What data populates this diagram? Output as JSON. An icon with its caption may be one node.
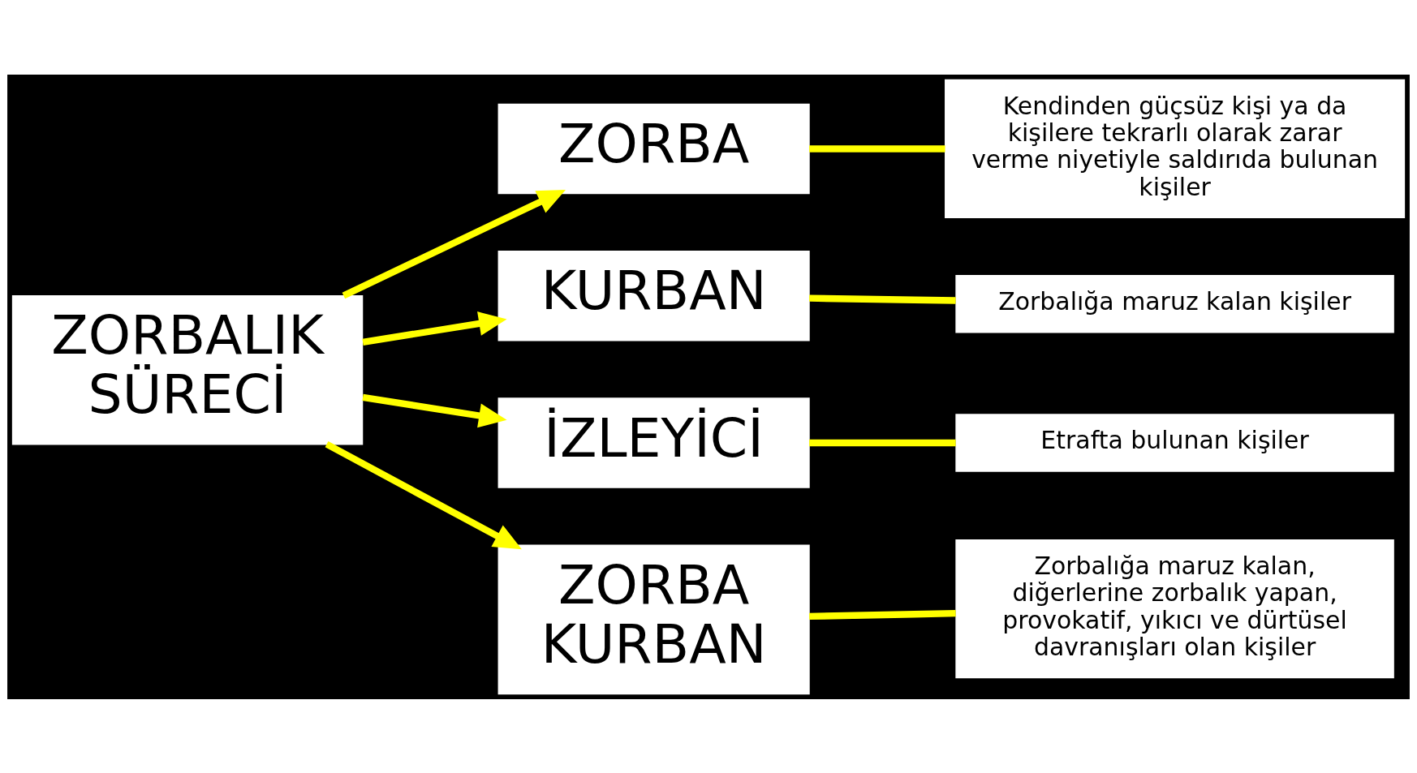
{
  "diagram": {
    "nodes": [
      {
        "text": [
          "ZORBALIK SÜRECİ"
        ]
      },
      {
        "text": [
          "ZORBA"
        ]
      },
      {
        "text": [
          "KURBAN"
        ]
      },
      {
        "text": [
          "İZLEYİCİ"
        ]
      },
      {
        "text": [
          "ZORBA KURBAN"
        ]
      },
      {
        "text": [
          "Kendinden güçsüz kişi ya da kişilere tekrarlı olarak zarar verme niyetiyle saldırıda bulunan kişiler"
        ]
      },
      {
        "text": [
          "Zorbalığa maruz kalan kişiler"
        ]
      },
      {
        "text": [
          "Etrafta bulunan kişiler"
        ]
      },
      {
        "text": [
          "Zorbalığa maruz kalan, diğerlerine zorbalık yapan, provokatif, yıkıcı ve dürtüsel davranışları olan kişiler"
        ]
      }
    ],
    "edges": [
      {
        "from": 0,
        "to": 1,
        "arrow": "to"
      },
      {
        "from": 0,
        "to": 2,
        "arrow": "to"
      },
      {
        "from": 0,
        "to": 3,
        "arrow": "to"
      },
      {
        "from": 0,
        "to": 4,
        "arrow": "to"
      },
      {
        "from": 1,
        "to": 5,
        "arrow": "none"
      },
      {
        "from": 2,
        "to": 6,
        "arrow": "none"
      },
      {
        "from": 3,
        "to": 7,
        "arrow": "none"
      },
      {
        "from": 4,
        "to": 8,
        "arrow": "none"
      }
    ]
  }
}
